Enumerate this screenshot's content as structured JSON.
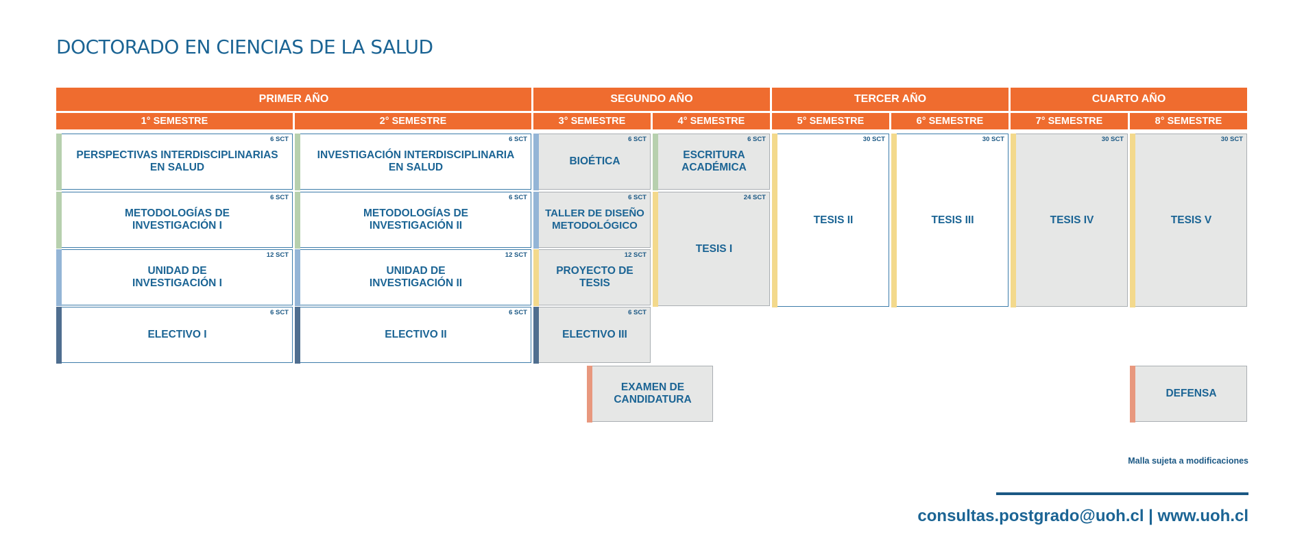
{
  "title": "DOCTORADO EN CIENCIAS DE LA SALUD",
  "years": [
    "PRIMER AÑO",
    "SEGUNDO AÑO",
    "TERCER AÑO",
    "CUARTO AÑO"
  ],
  "semesters": [
    "1° SEMESTRE",
    "2° SEMESTRE",
    "3° SEMESTRE",
    "4° SEMESTRE",
    "5° SEMESTRE",
    "6° SEMESTRE",
    "7° SEMESTRE",
    "8° SEMESTRE"
  ],
  "colors": {
    "header": "#ef6c2f",
    "text": "#1b6494",
    "green": "#b7d0ae",
    "light_blue": "#94b5d6",
    "dark_blue": "#4f6e8f",
    "yellow": "#f3d98c",
    "salmon": "#e8987e",
    "grey_fill": "#e6e7e6"
  },
  "courses": [
    {
      "name": "PERSPECTIVAS INTERDISCIPLINARIAS EN SALUD",
      "sct": "6 SCT"
    },
    {
      "name": "METODOLOGÍAS DE INVESTIGACIÓN I",
      "sct": "6 SCT"
    },
    {
      "name": "UNIDAD DE INVESTIGACIÓN I",
      "sct": "12 SCT"
    },
    {
      "name": "ELECTIVO I",
      "sct": "6 SCT"
    },
    {
      "name": "INVESTIGACIÓN INTERDISCIPLINARIA EN SALUD",
      "sct": "6 SCT"
    },
    {
      "name": "METODOLOGÍAS DE INVESTIGACIÓN II",
      "sct": "6 SCT"
    },
    {
      "name": "UNIDAD DE INVESTIGACIÓN II",
      "sct": "12 SCT"
    },
    {
      "name": "ELECTIVO II",
      "sct": "6 SCT"
    },
    {
      "name": "BIOÉTICA",
      "sct": "6 SCT"
    },
    {
      "name": "TALLER DE DISEÑO METODOLÓGICO",
      "sct": "6 SCT"
    },
    {
      "name": "PROYECTO DE TESIS",
      "sct": "12 SCT"
    },
    {
      "name": "ELECTIVO III",
      "sct": "6 SCT"
    },
    {
      "name": "ESCRITURA ACADÉMICA",
      "sct": "6 SCT"
    },
    {
      "name": "TESIS I",
      "sct": "24 SCT"
    },
    {
      "name": "TESIS II",
      "sct": "30 SCT"
    },
    {
      "name": "TESIS III",
      "sct": "30 SCT"
    },
    {
      "name": "TESIS IV",
      "sct": "30 SCT"
    },
    {
      "name": "TESIS V",
      "sct": "30 SCT"
    },
    {
      "name": "EXAMEN DE CANDIDATURA",
      "sct": ""
    },
    {
      "name": "DEFENSA",
      "sct": ""
    }
  ],
  "note": "Malla sujeta a modificaciones",
  "contact": "consultas.postgrado@uoh.cl | www.uoh.cl"
}
